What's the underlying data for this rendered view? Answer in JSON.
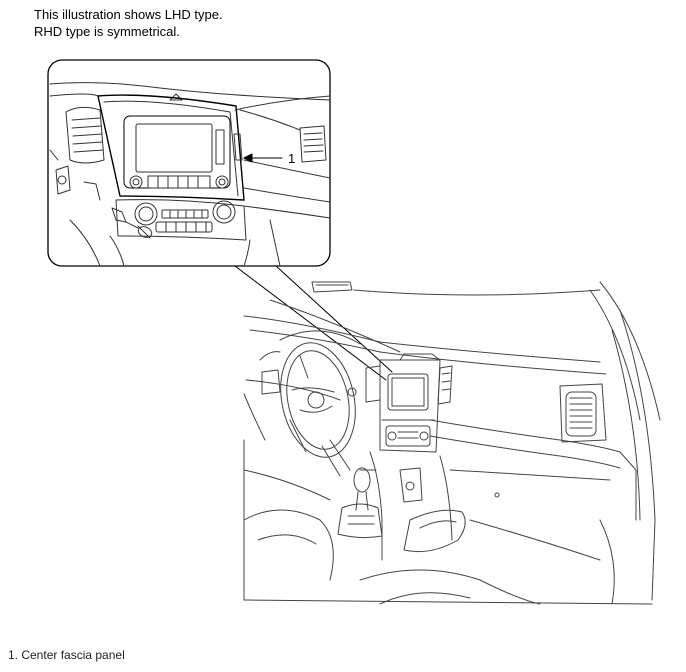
{
  "note": {
    "line1": "This illustration shows LHD type.",
    "line2": "RHD type is symmetrical."
  },
  "callout": {
    "number": "1"
  },
  "legend": {
    "items": [
      {
        "text": "1. Center fascia panel"
      }
    ]
  },
  "colors": {
    "line": "#000000",
    "light_line": "#666666",
    "background": "#ffffff"
  }
}
